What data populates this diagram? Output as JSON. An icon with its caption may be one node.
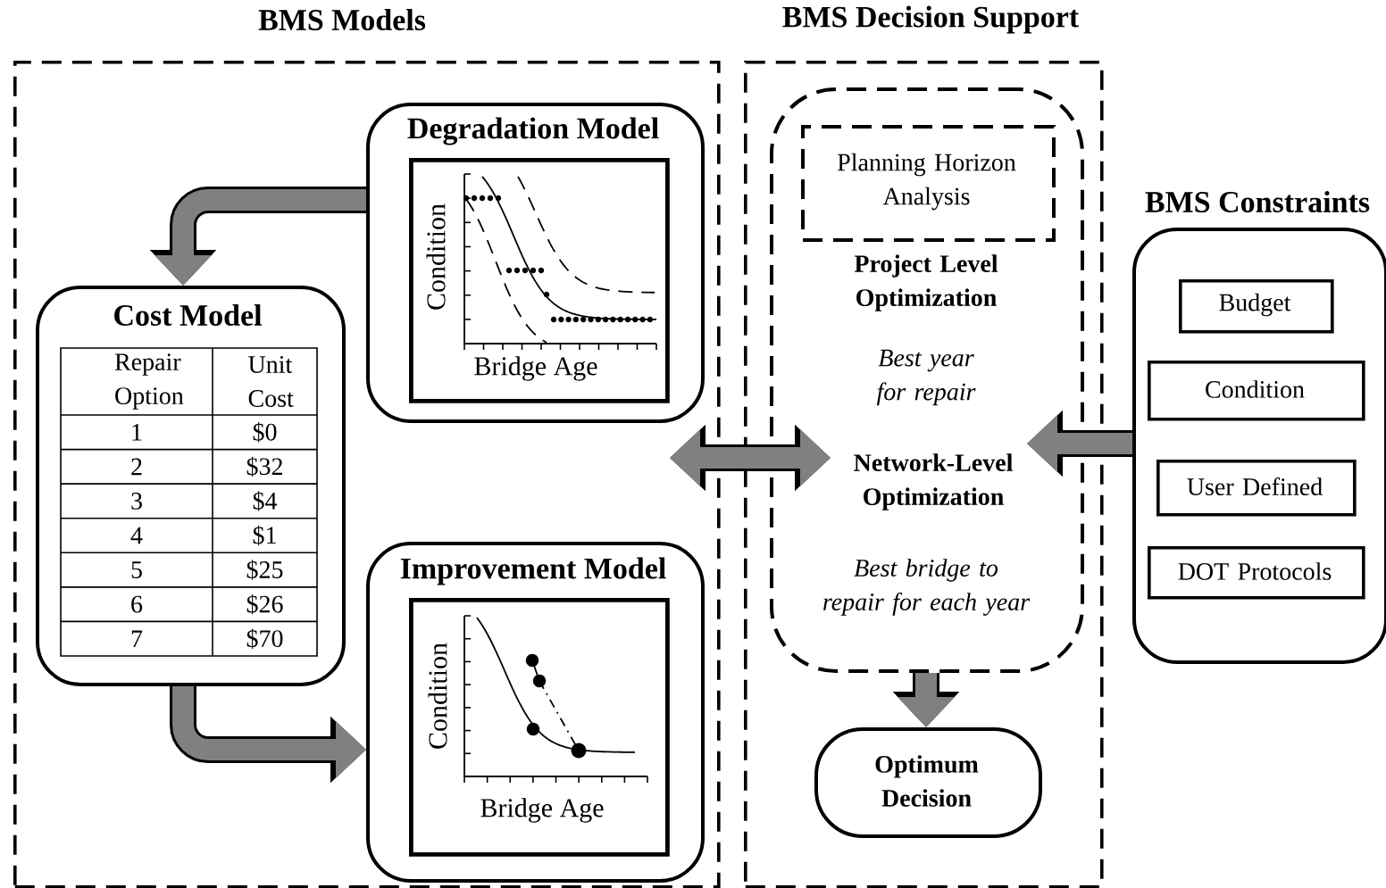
{
  "diagram": {
    "nodes": [
      {
        "text": [
          "BMS Models"
        ]
      },
      {
        "text": [
          "Degradation Model"
        ],
        "in": 0
      },
      {
        "text": [
          "Condition",
          "Bridge Age"
        ],
        "in": 1
      },
      {
        "text": [
          "Cost Model"
        ],
        "in": 0
      },
      {
        "text": [
          "Improvement Model"
        ],
        "in": 0
      },
      {
        "text": [
          "Condition",
          "Bridge Age"
        ],
        "in": 4
      },
      {
        "text": [
          "BMS Decision Support"
        ]
      },
      {
        "text": [
          "Project Level Optimization",
          "Best year for repair",
          "Network-Level Optimization",
          "Best bridge to repair for each year"
        ],
        "in": 6
      },
      {
        "text": [
          "Planning Horizon Analysis"
        ],
        "in": 7
      },
      {
        "text": [
          "Optimum Decision"
        ],
        "in": 6
      },
      {
        "text": [
          "BMS Constraints"
        ]
      },
      {
        "text": [
          "Budget"
        ],
        "in": 10
      },
      {
        "text": [
          "Condition"
        ],
        "in": 10
      },
      {
        "text": [
          "User Defined"
        ],
        "in": 10
      },
      {
        "text": [
          "DOT Protocols"
        ],
        "in": 10
      }
    ],
    "edges": [
      {
        "from": 1,
        "to": 3,
        "arrow": "to"
      },
      {
        "from": 3,
        "to": 4,
        "arrow": "to"
      },
      {
        "from": 0,
        "to": 7,
        "arrow": "both"
      },
      {
        "from": 10,
        "to": 7,
        "arrow": "to"
      },
      {
        "from": 7,
        "to": 9,
        "arrow": "to"
      }
    ],
    "labels": [
      "Repair Option",
      "Unit Cost",
      "1",
      "$0",
      "2",
      "$32",
      "3",
      "$4",
      "4",
      "$1",
      "5",
      "$25",
      "6",
      "$26",
      "7",
      "$70"
    ]
  }
}
